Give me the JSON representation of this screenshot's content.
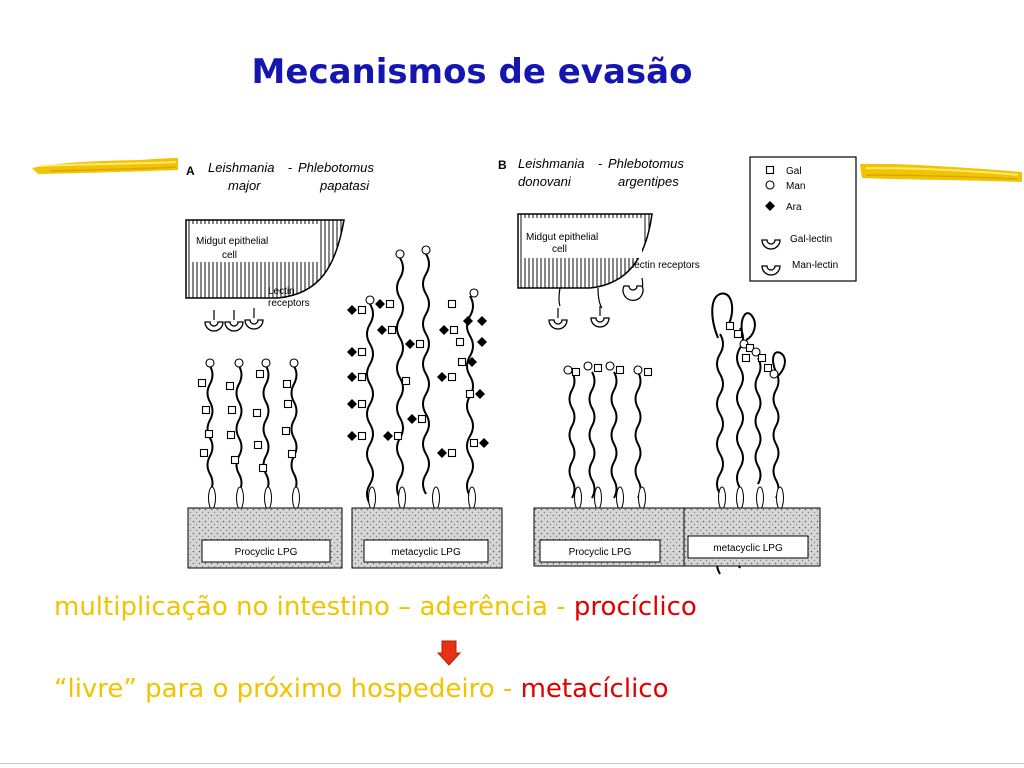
{
  "title": "Mecanismos de evasão",
  "colors": {
    "title": "#1515b0",
    "text_yellow": "#f2c300",
    "text_red": "#e00000",
    "brush_stroke": "#f2c300",
    "arrow": "#e63212"
  },
  "figure": {
    "panel_a": {
      "letter": "A",
      "genus1": "Leishmania",
      "dash": "-",
      "genus2": "Phlebotomus",
      "species1": "major",
      "species2": "papatasi",
      "cell_label_line1": "Midgut epithelial",
      "cell_label_line2": "cell",
      "receptor_label_line1": "Lectin",
      "receptor_label_line2": "receptors",
      "box1_label": "Procyclic LPG",
      "box2_label": "metacyclic LPG"
    },
    "panel_b": {
      "letter": "B",
      "genus1": "Leishmania",
      "dash": "-",
      "genus2": "Phlebotomus",
      "species1": "donovani",
      "species2": "argentipes",
      "cell_label_line1": "Midgut epithelial",
      "cell_label_line2": "cell",
      "receptor_label": "lectin receptors",
      "box1_label": "Procyclic LPG",
      "box2_label": "metacyclic LPG"
    },
    "legend": {
      "items": [
        {
          "symbol": "square",
          "label": "Gal"
        },
        {
          "symbol": "circle",
          "label": "Man"
        },
        {
          "symbol": "diamond",
          "label": "Ara"
        },
        {
          "symbol": "gal-lectin",
          "label": "Gal-lectin"
        },
        {
          "symbol": "man-lectin",
          "label": "Man-lectin"
        }
      ]
    }
  },
  "text": {
    "line1_main": "multiplicação no intestino – aderência - ",
    "line1_highlight": "procíclico",
    "line2_main": "“livre” para o próximo hospedeiro - ",
    "line2_highlight": "metacíclico"
  },
  "arrow_icon": "down-arrow-icon"
}
